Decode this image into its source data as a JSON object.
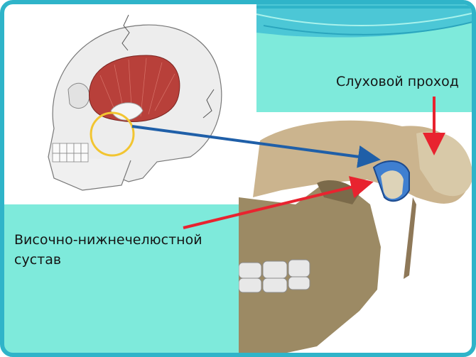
{
  "slide": {
    "labels": {
      "ear_canal": "Слуховой проход",
      "tmj_line1": "Височно-нижнечелюстной",
      "tmj_line2": "сустав"
    },
    "images": {
      "skull_lateral": "skull-lateral-drawing-with-temporalis-muscle",
      "jaw_closeup": "mandible-temporomandibular-joint-closeup"
    },
    "annotations": {
      "highlight_circle_color": "#f2c531",
      "blue_arrow_color": "#1f5fa8",
      "red_arrow_color": "#e8232f"
    },
    "theme": {
      "background": "#7eeadb",
      "border": "#2fb4c9",
      "panel": "#ffffff"
    }
  }
}
